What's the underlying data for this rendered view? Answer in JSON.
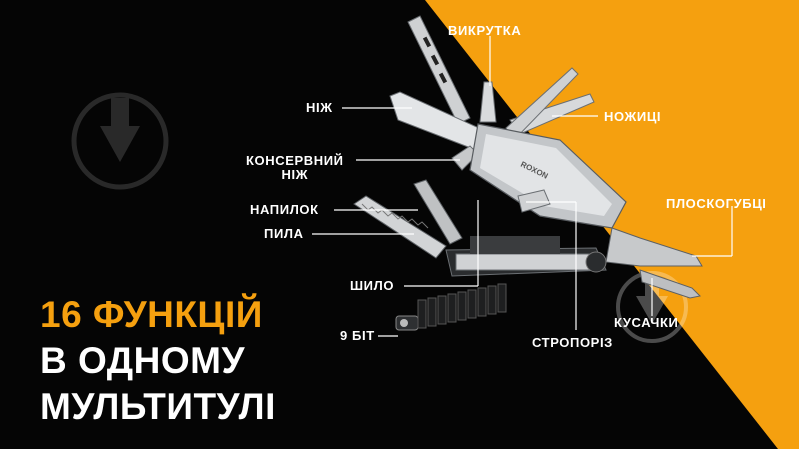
{
  "colors": {
    "accent": "#f5a00f",
    "background": "#050505",
    "text": "#ffffff",
    "steel": "#c9cbcd"
  },
  "icons": {
    "watermark_left": "download-arrow-icon",
    "watermark_right": "download-arrow-icon"
  },
  "brand": {
    "logo_text": "ROXON"
  },
  "headline": {
    "line1": "16 ФУНКЦІЙ",
    "line2": "В ОДНОМУ",
    "line3": "МУЛЬТИТУЛІ"
  },
  "labels": {
    "screwdriver": "ВИКРУТКА",
    "knife": "НІЖ",
    "scissors": "НОЖИЦІ",
    "can_opener_l1": "КОНСЕРВНИЙ",
    "can_opener_l2": "НІЖ",
    "pliers": "ПЛОСКОГУБЦІ",
    "file": "НАПИЛОК",
    "saw": "ПИЛА",
    "awl": "ШИЛО",
    "bits": "9 БІТ",
    "strap_cutter": "СТРОПОРІЗ",
    "wire_cutters": "КУСАЧКИ"
  }
}
